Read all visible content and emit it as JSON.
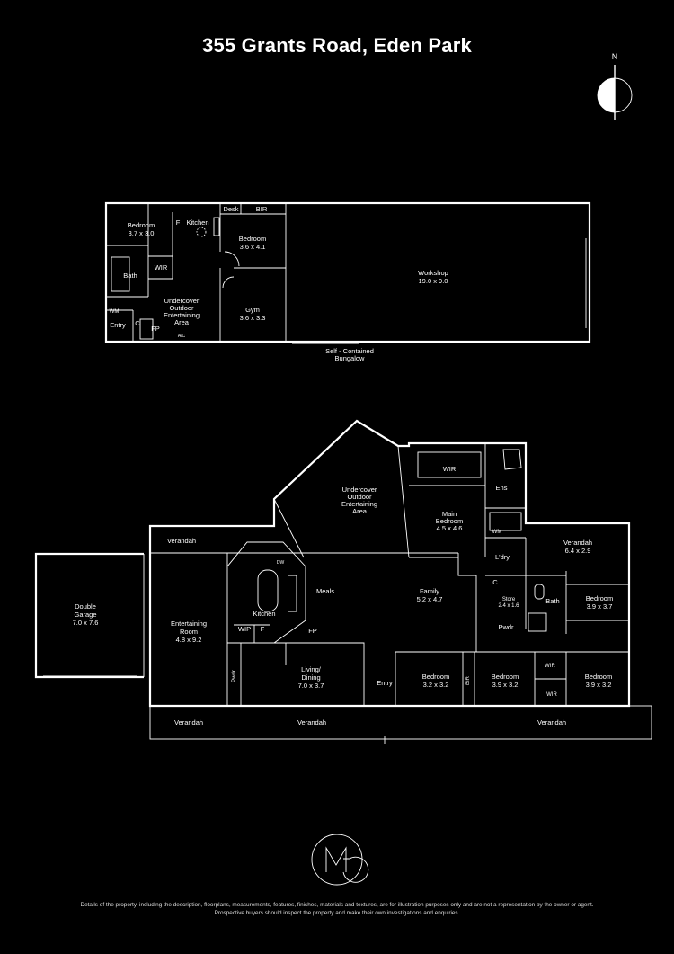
{
  "title": "355 Grants Road, Eden Park",
  "compass": {
    "north_label": "N"
  },
  "bungalow": {
    "caption": [
      "Self - Contained",
      "Bungalow"
    ],
    "rooms": {
      "bedroom1": [
        "Bedroom",
        "3.7 x 3.0"
      ],
      "bath": "Bath",
      "wir": "WIR",
      "wm": "WM",
      "entry": "Entry",
      "c": "C",
      "fp": "FP",
      "f": "F",
      "kitchen": "Kitchen",
      "desk": "Desk",
      "bir": "BIR",
      "bedroom2": [
        "Bedroom",
        "3.6 x 4.1"
      ],
      "outdoor": [
        "Undercover",
        "Outdoor",
        "Entertaining",
        "Area"
      ],
      "gym": [
        "Gym",
        "3.6 x 3.3"
      ],
      "ac": "A/C",
      "workshop": [
        "Workshop",
        "19.0 x 9.0"
      ]
    }
  },
  "house": {
    "rooms": {
      "garage": [
        "Double",
        "Garage",
        "7.0 x 7.6"
      ],
      "verandah_top": "Verandah",
      "entertaining": [
        "Entertaining",
        "Room",
        "4.8 x 9.2"
      ],
      "kitchen": "Kitchen",
      "wip": "WIP",
      "f": "F",
      "dw": "DW",
      "meals": "Meals",
      "fp": "FP",
      "pwdr_left": "Pwdr",
      "living": [
        "Living/",
        "Dining",
        "7.0 x 3.7"
      ],
      "entry": "Entry",
      "outdoor": [
        "Undercover",
        "Outdoor",
        "Entertaining",
        "Area"
      ],
      "main_bedroom": [
        "Main",
        "Bedroom",
        "4.5 x 4.6"
      ],
      "wir_main": "WIR",
      "ens": "Ens",
      "family": [
        "Family",
        "5.2 x 4.7"
      ],
      "wm": "WM",
      "ldry": "L'dry",
      "c": "C",
      "store": [
        "Store",
        "2.4 x 1.6"
      ],
      "pwdr_right": "Pwdr",
      "bath": "Bath",
      "verandah_right": [
        "Verandah",
        "6.4 x 2.9"
      ],
      "bedroom_r1": [
        "Bedroom",
        "3.9 x 3.7"
      ],
      "bedroom_a": [
        "Bedroom",
        "3.2 x 3.2"
      ],
      "bir": "BIR",
      "bedroom_b": [
        "Bedroom",
        "3.9 x 3.2"
      ],
      "wir_a": "WIR",
      "wir_b": "WIR",
      "bedroom_c": [
        "Bedroom",
        "3.9 x 3.2"
      ],
      "verandah_b1": "Verandah",
      "verandah_b2": "Verandah",
      "verandah_b3": "Verandah"
    }
  },
  "logo": {
    "letters": "MG"
  },
  "disclaimer": [
    "Details of the property, including the description, floorplans, measurements, features, finishes, materials and textures, are for illustration purposes only and are not a representation by the owner or agent.",
    "Prospective buyers should inspect the property and make their own investigations and enquiries."
  ]
}
